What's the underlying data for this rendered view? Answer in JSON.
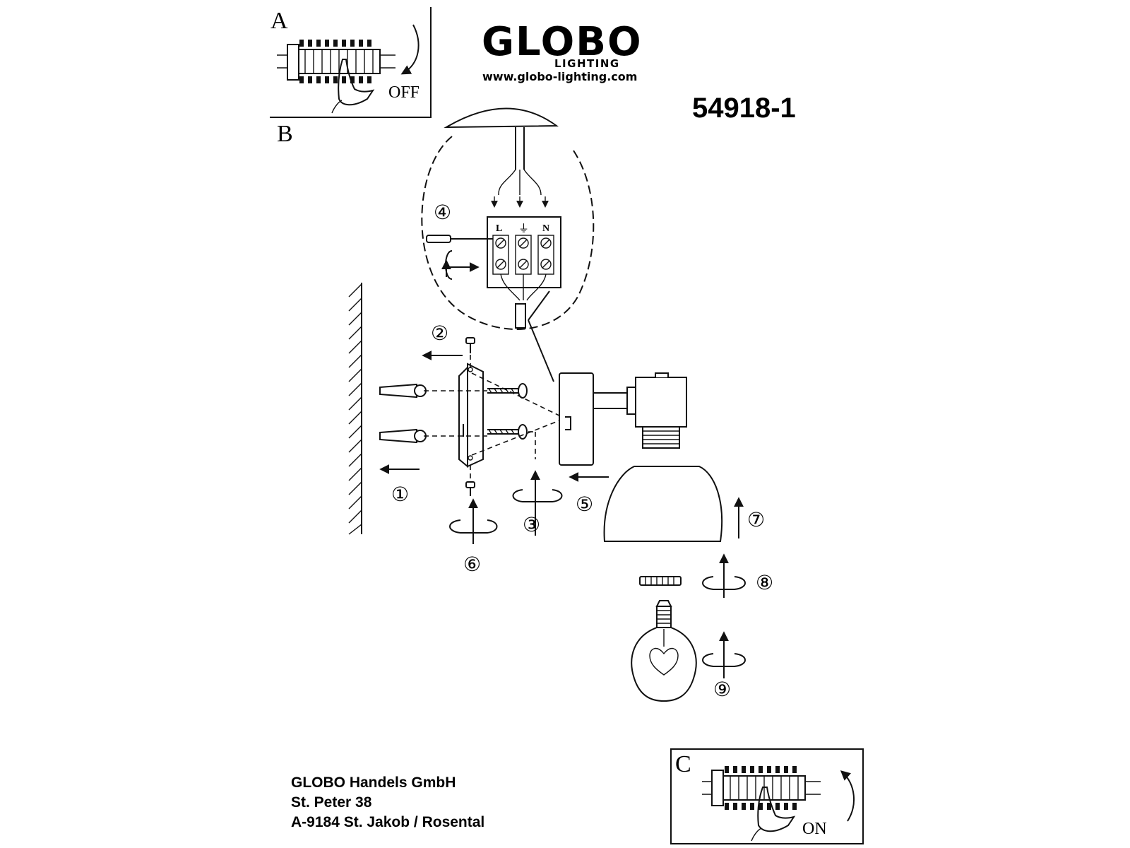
{
  "brand": {
    "name": "GLOBO",
    "subtitle": "LIGHTING",
    "url": "www.globo-lighting.com"
  },
  "product_code": "54918-1",
  "panels": {
    "a": {
      "letter": "A",
      "label": "OFF"
    },
    "b": {
      "letter": "B"
    },
    "c": {
      "letter": "C",
      "label": "ON"
    }
  },
  "terminal_labels": {
    "live": "L",
    "earth": "⏚",
    "neutral": "N"
  },
  "steps": [
    "①",
    "②",
    "③",
    "④",
    "⑤",
    "⑥",
    "⑦",
    "⑧",
    "⑨"
  ],
  "address": {
    "line1": "GLOBO Handels GmbH",
    "line2": "St. Peter 38",
    "line3": "A-9184 St. Jakob / Rosental"
  }
}
